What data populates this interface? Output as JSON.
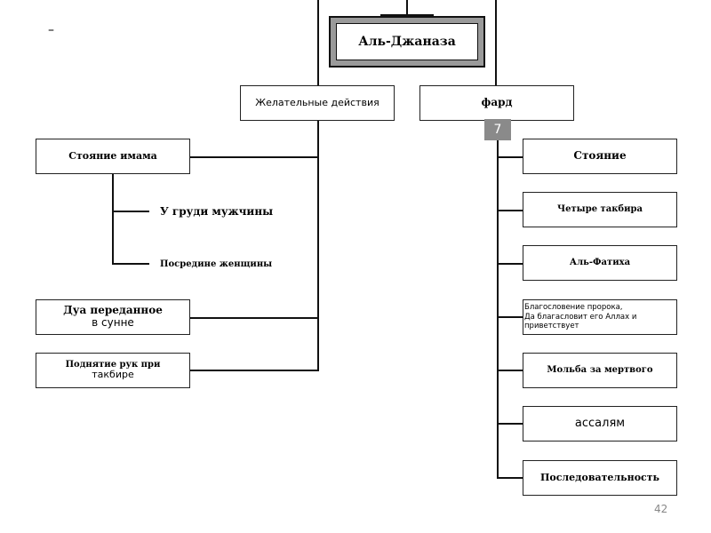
{
  "corner_mark": "–",
  "title": "Аль-Джаназа",
  "recommended": {
    "label": "Желательные действия",
    "items": {
      "imam_standing": "Стояние имама",
      "at_man_chest": "У груди мужчины",
      "middle_of_woman": "Посредине женщины",
      "dua_line1": "Дуа переданное",
      "dua_line2": "в сунне",
      "raising_line1": "Поднятие рук при",
      "raising_line2": "такбире"
    }
  },
  "fard": {
    "label": "фард",
    "count_badge": "7",
    "items": {
      "standing": "Стояние",
      "four_takbirs": "Четыре такбира",
      "al_fatiha": "Аль-Фатиха",
      "blessing_line1": "Благословение пророка,",
      "blessing_line2": "Да благасловит его Аллах и",
      "blessing_line3": "приветствует",
      "prayer_for_deceased": "Мольба за мертвого",
      "assalam": "ассалям",
      "sequence": "Последовательность"
    }
  },
  "page_number": "42",
  "colors": {
    "badge_bg": "#8a8a8a",
    "badge_text": "#ffffff",
    "title_bevel": "#9a9a9a"
  }
}
